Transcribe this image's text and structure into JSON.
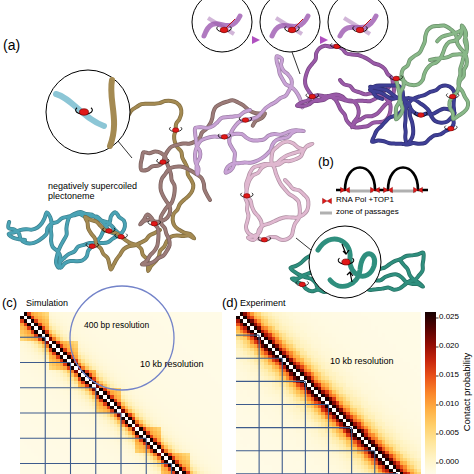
{
  "diagram": {
    "labels": [
      "(a)",
      "negatively supercoiled plectoneme",
      "(b)",
      "(c)",
      "Simulation",
      "400 bp resolution",
      "10 kb resolution",
      "(d)",
      "Experiment",
      "10 kb resolution",
      "0.025",
      "0.020",
      "0.015",
      "0.010",
      "0.005",
      "0.000",
      "Contact probability"
    ],
    "legend": [
      {
        "text": "RNA Pol +TOP1"
      },
      {
        "text": "zone of passages"
      }
    ]
  }
}
